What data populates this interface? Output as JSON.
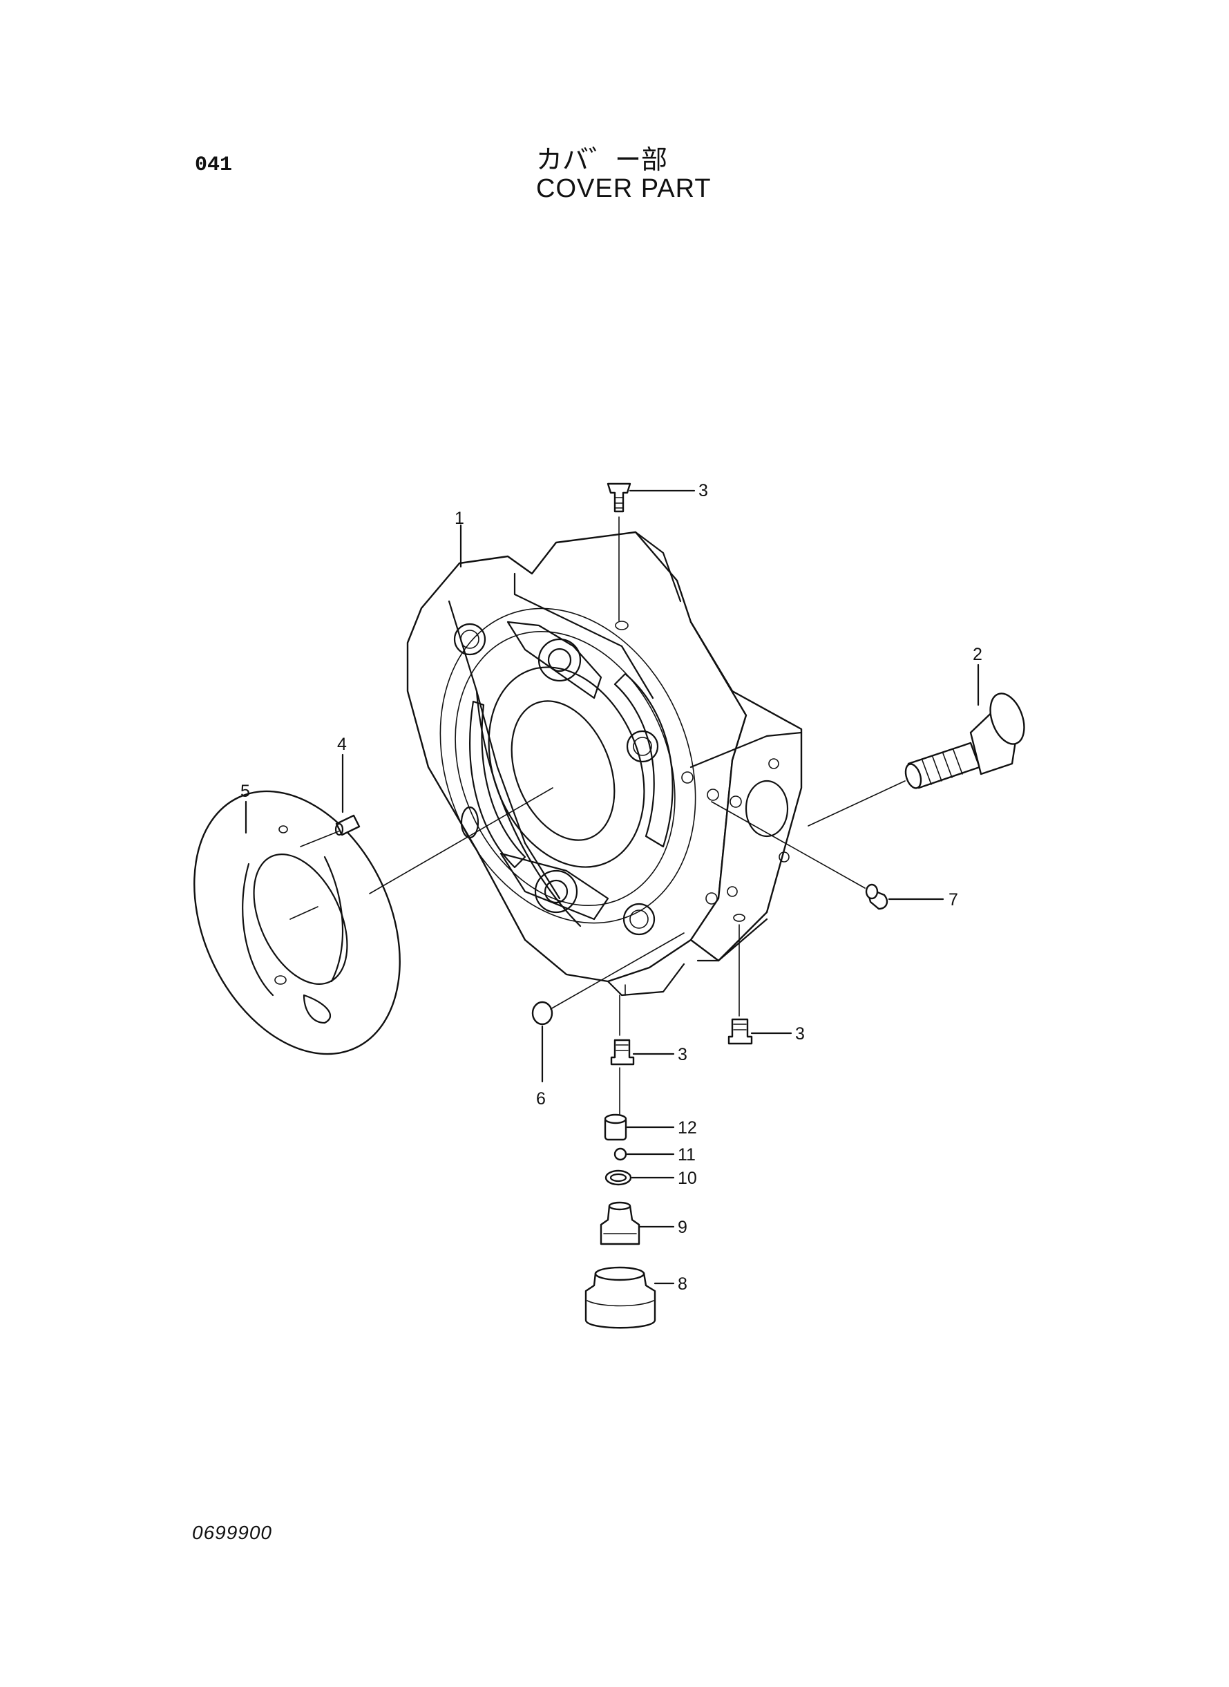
{
  "header": {
    "page_number": "041",
    "title_jp": "カバ゛ー部",
    "title_en": "COVER PART"
  },
  "footer": {
    "doc_code": "0699900"
  },
  "callouts": [
    {
      "id": "c1",
      "text": "1"
    },
    {
      "id": "c2",
      "text": "2"
    },
    {
      "id": "c3a",
      "text": "3"
    },
    {
      "id": "c3b",
      "text": "3"
    },
    {
      "id": "c3c",
      "text": "3"
    },
    {
      "id": "c4",
      "text": "4"
    },
    {
      "id": "c5",
      "text": "5"
    },
    {
      "id": "c6",
      "text": "6"
    },
    {
      "id": "c7",
      "text": "7"
    },
    {
      "id": "c8",
      "text": "8"
    },
    {
      "id": "c9",
      "text": "9"
    },
    {
      "id": "c10",
      "text": "10"
    },
    {
      "id": "c11",
      "text": "11"
    },
    {
      "id": "c12",
      "text": "12"
    }
  ]
}
